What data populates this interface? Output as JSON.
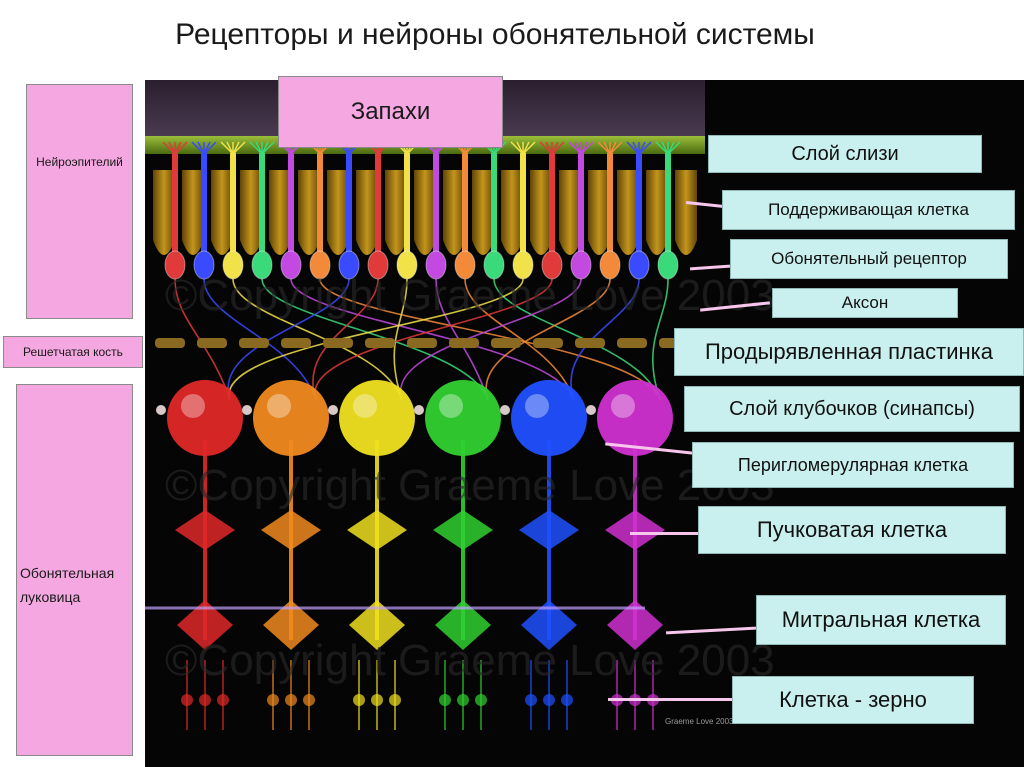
{
  "title": "Рецепторы и нейроны обонятельной системы",
  "smells_label": "Запахи",
  "left_labels": {
    "neuroepithelium": "Нейроэпителий",
    "ethmoid_bone": "Решетчатая кость",
    "olfactory_bulb": "Обонятельная луковица"
  },
  "right_labels": {
    "mucus_layer": "Слой слизи",
    "supporting_cell": "Поддерживающая клетка",
    "olfactory_receptor": "Обонятельный рецептор",
    "axon": "Аксон",
    "cribriform_plate": "Продырявленная пластинка",
    "glomerular_layer": "Слой клубочков (синапсы)",
    "periglomerular_cell": "Перигломерулярная клетка",
    "tufted_cell": "Пучковатая клетка",
    "mitral_cell": "Митральная клетка",
    "granule_cell": "Клетка - зерно"
  },
  "watermark": "©Copyright Graeme Love 2003",
  "credit": "Graeme Love 2003",
  "colors": {
    "pink_box": "#f4a7e0",
    "cyan_box": "#c9f0ee",
    "receptors": [
      "#e03a3a",
      "#3a4bff",
      "#f2e24a",
      "#3ad97a",
      "#c24ae0",
      "#f28a3a",
      "#3a4bff",
      "#e03a3a",
      "#f2e24a",
      "#c24ae0",
      "#f28a3a",
      "#3ad97a",
      "#f2e24a",
      "#e03a3a",
      "#c24ae0",
      "#f28a3a",
      "#3a4bff",
      "#3ad97a"
    ],
    "glomeruli": [
      "#e02828",
      "#f08a20",
      "#f0e020",
      "#30d030",
      "#2050ff",
      "#d030d0"
    ]
  }
}
